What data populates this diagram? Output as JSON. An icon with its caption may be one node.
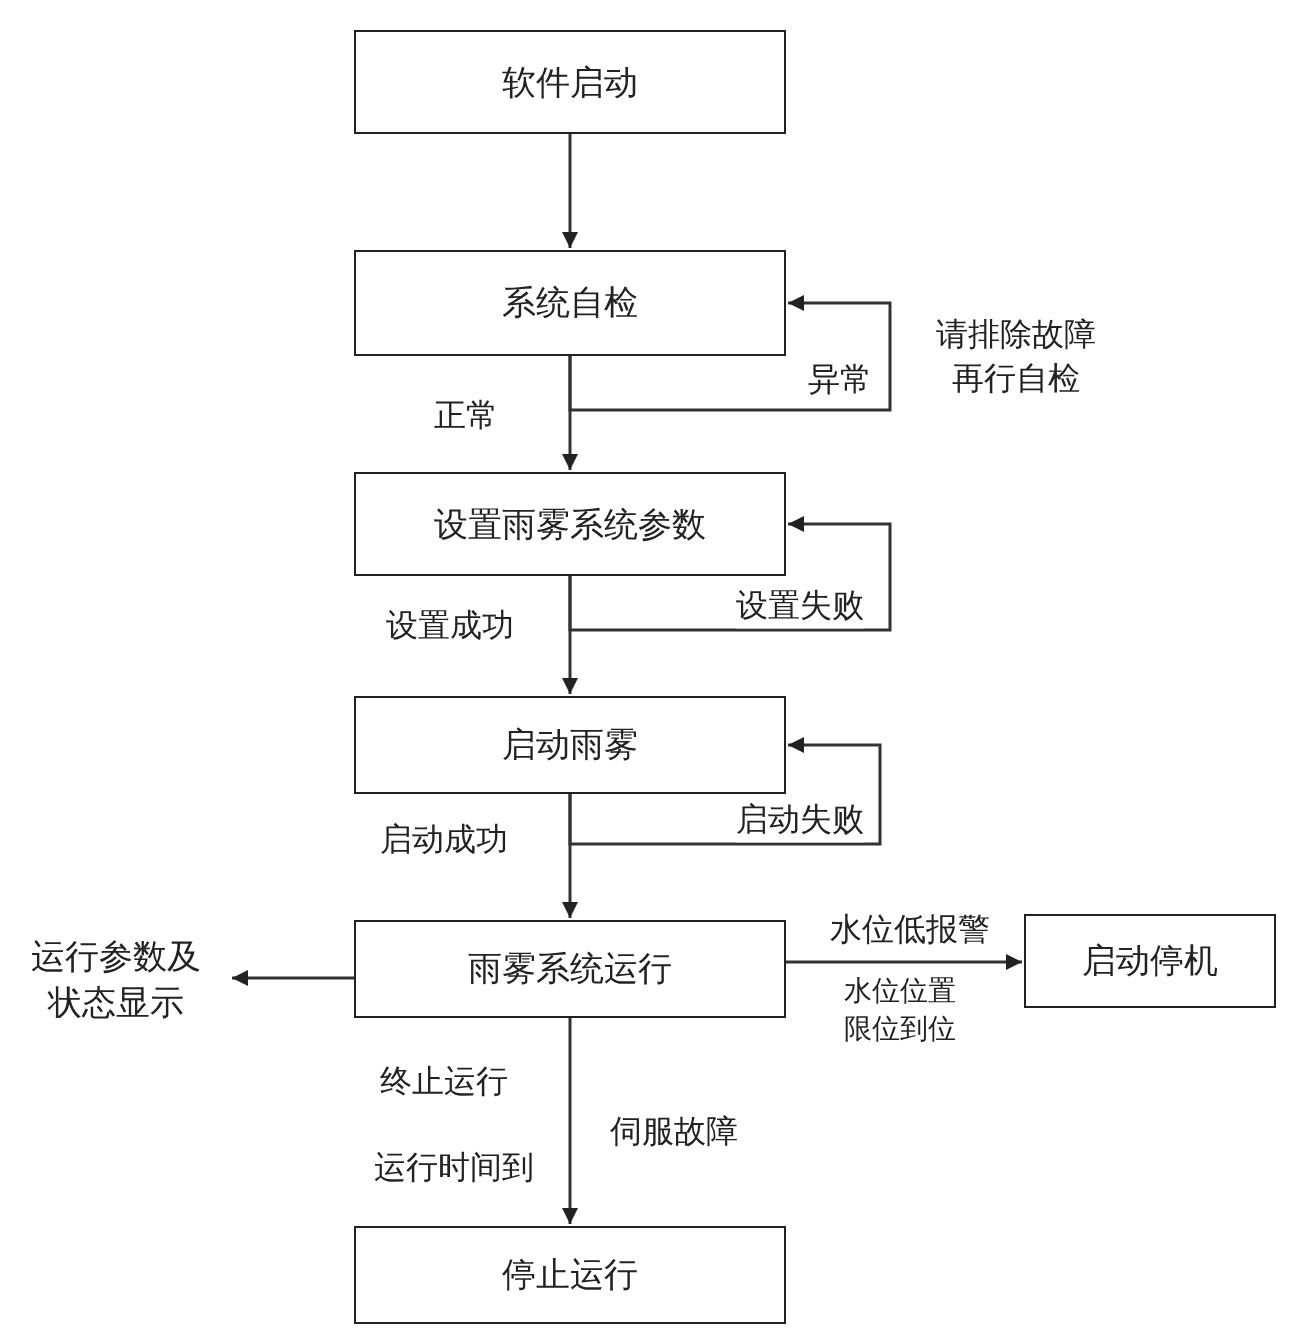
{
  "diagram": {
    "nodes": [
      {
        "text": [
          "软件启动"
        ]
      },
      {
        "text": [
          "系统自检"
        ]
      },
      {
        "text": [
          "设置雨雾系统参数"
        ]
      },
      {
        "text": [
          "启动雨雾"
        ]
      },
      {
        "text": [
          "雨雾系统运行"
        ]
      },
      {
        "text": [
          "启动停机"
        ]
      },
      {
        "text": [
          "运行参数及状态显示"
        ]
      },
      {
        "text": [
          "停止运行"
        ]
      }
    ],
    "edges": [
      {
        "from": 0,
        "to": 1,
        "arrow": "to"
      },
      {
        "from": 1,
        "to": 2,
        "arrow": "to",
        "label": "正常"
      },
      {
        "from": 1,
        "to": 1,
        "arrow": "to",
        "label": "异常"
      },
      {
        "from": 2,
        "to": 3,
        "arrow": "to",
        "label": "设置成功"
      },
      {
        "from": 2,
        "to": 2,
        "arrow": "to",
        "label": "设置失败"
      },
      {
        "from": 3,
        "to": 4,
        "arrow": "to",
        "label": "启动成功"
      },
      {
        "from": 3,
        "to": 3,
        "arrow": "to",
        "label": "启动失败"
      },
      {
        "from": 4,
        "to": 5,
        "arrow": "to",
        "label": "水位低报警"
      },
      {
        "from": 4,
        "to": 6,
        "arrow": "to"
      },
      {
        "from": 4,
        "to": 7,
        "arrow": "to"
      }
    ],
    "labels": [
      "请排除故障再行自检",
      "水位位置限位到位",
      "终止运行",
      "伺服故障",
      "运行时间到"
    ]
  }
}
